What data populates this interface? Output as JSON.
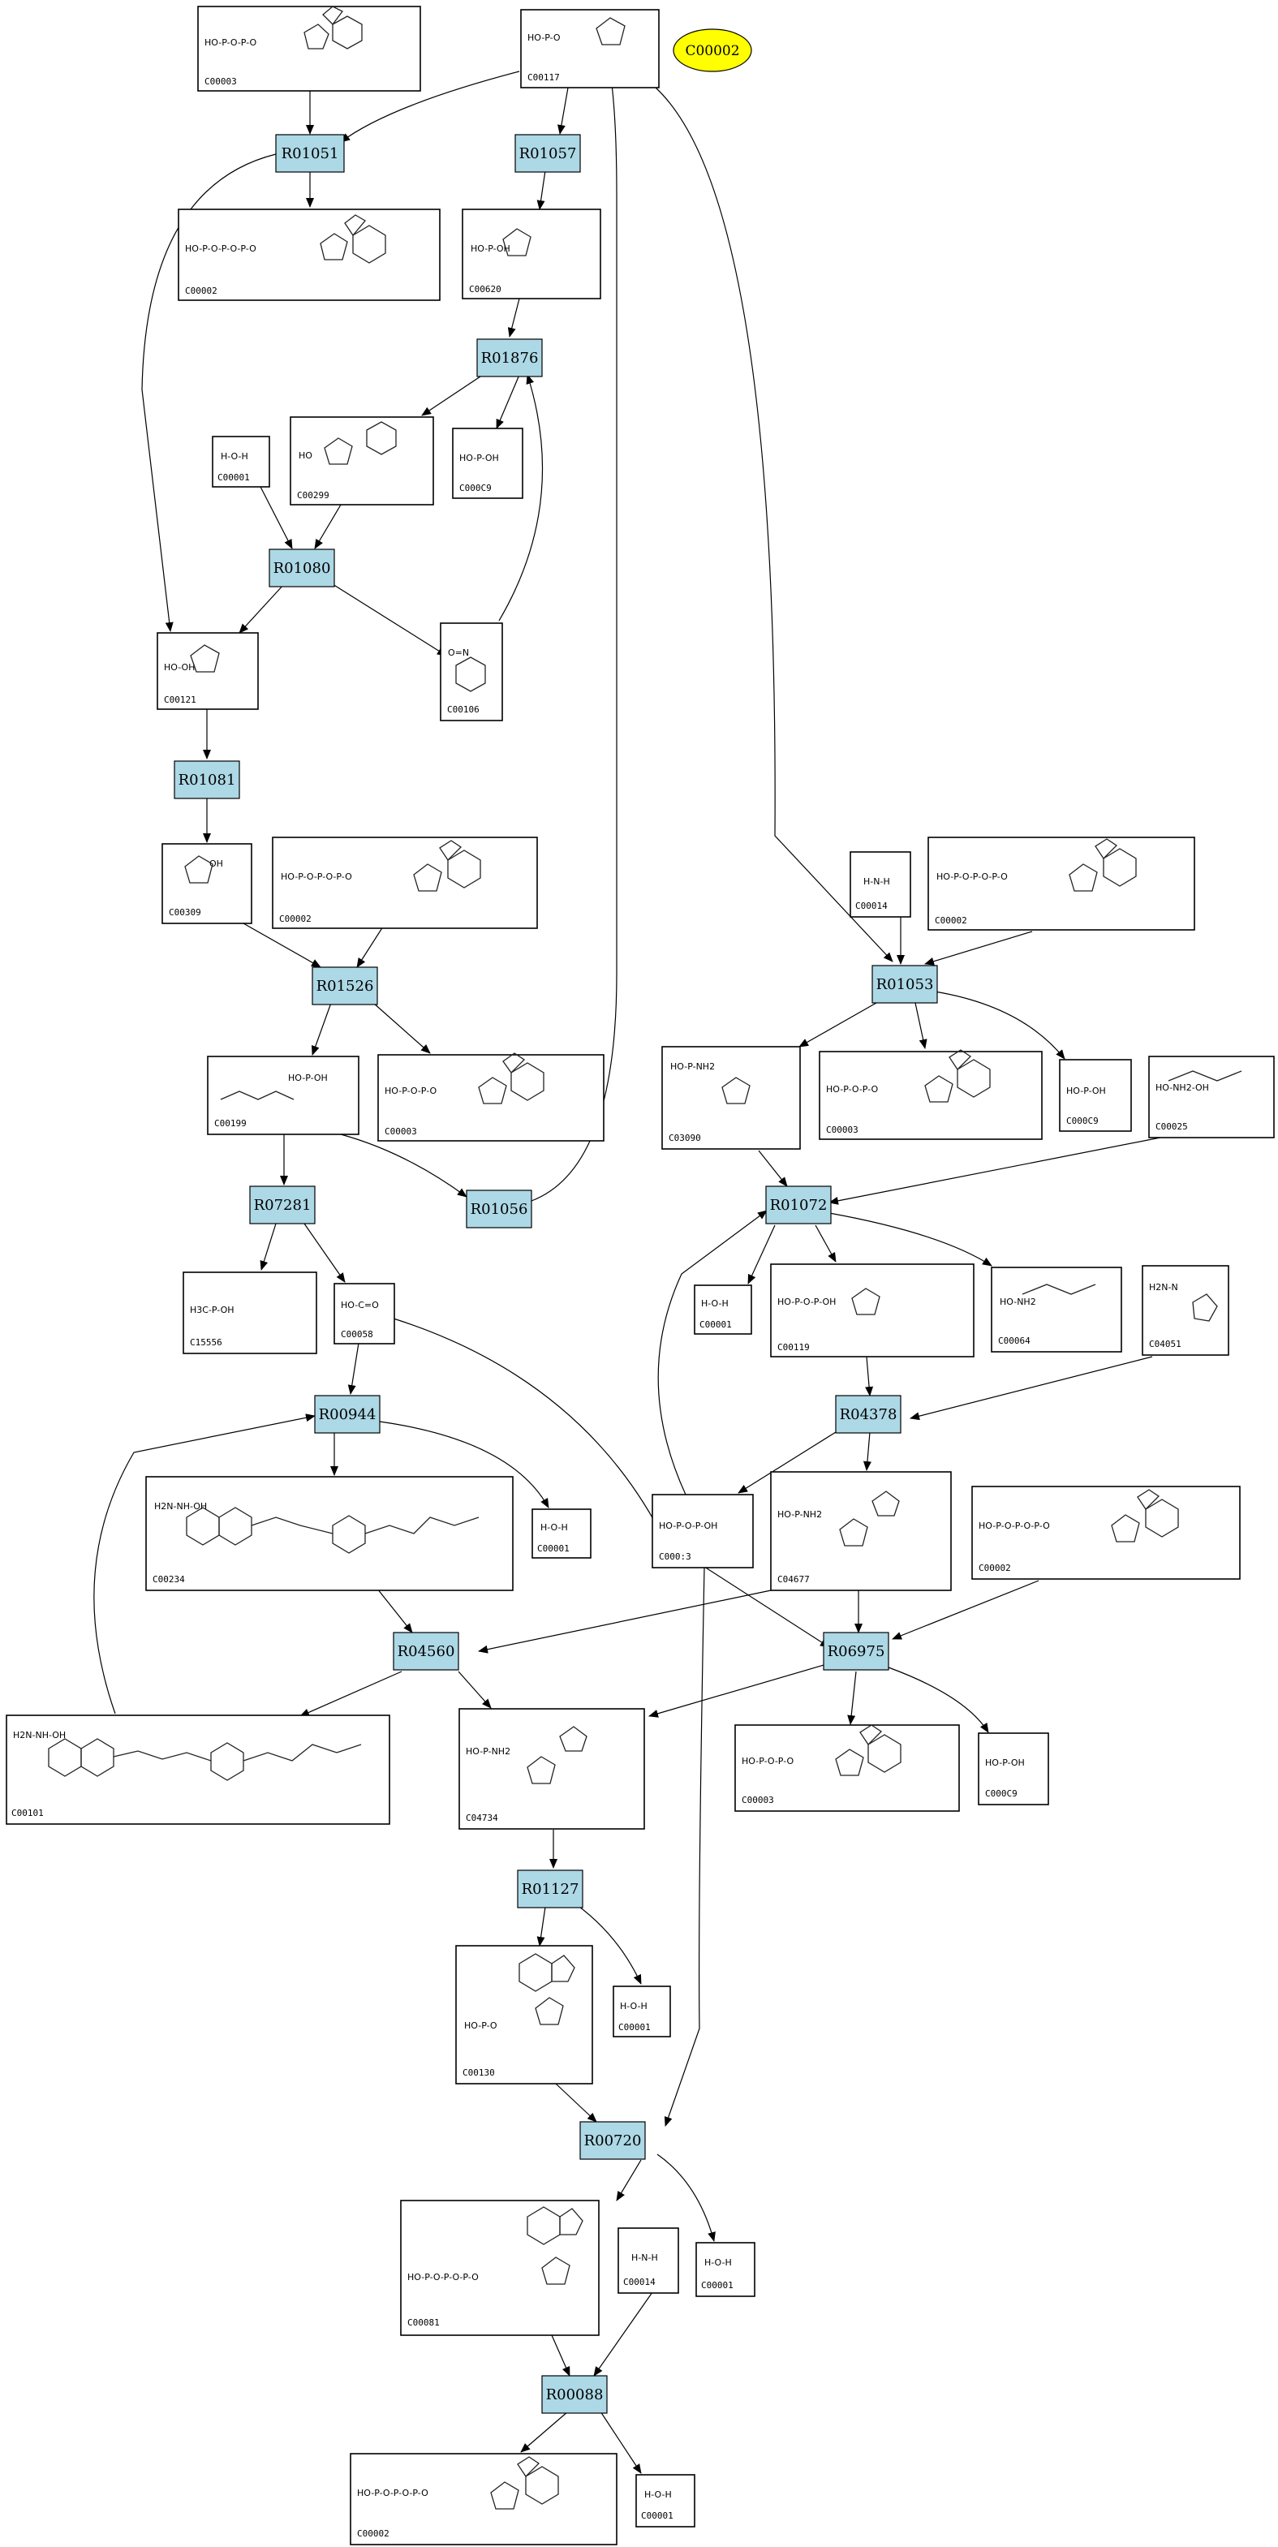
{
  "query": {
    "id": "C00002"
  },
  "reactions": {
    "R01051": "R01051",
    "R01057": "R01057",
    "R01876": "R01876",
    "R01080": "R01080",
    "R01081": "R01081",
    "R01526": "R01526",
    "R07281": "R07281",
    "R01056": "R01056",
    "R00944": "R00944",
    "R04560": "R04560",
    "R01053": "R01053",
    "R01072": "R01072",
    "R04378": "R04378",
    "R06975": "R06975",
    "R01127": "R01127",
    "R00720": "R00720",
    "R00088": "R00088"
  },
  "compounds": {
    "c00003_a": {
      "id": "C00003",
      "formula": "HO-P-O-P-O"
    },
    "c00117": {
      "id": "C00117",
      "formula": "HO-P-O"
    },
    "c00002_a": {
      "id": "C00002",
      "formula": "HO-P-O-P-O-P-O"
    },
    "c00620": {
      "id": "C00620",
      "formula": "HO-P-OH"
    },
    "c00299": {
      "id": "C00299",
      "formula": "HO"
    },
    "c00009_a": {
      "id": "C000C9",
      "formula": "HO-P-OH"
    },
    "c00001_a": {
      "id": "C00001",
      "formula": "H-O-H"
    },
    "c00121": {
      "id": "C00121",
      "formula": "HO-OH"
    },
    "c00106": {
      "id": "C00106",
      "formula": "O=N"
    },
    "c00309": {
      "id": "C00309",
      "formula": "OH"
    },
    "c00002_b": {
      "id": "C00002",
      "formula": "HO-P-O-P-O-P-O"
    },
    "c00199": {
      "id": "C00199",
      "formula": "HO-P-OH"
    },
    "c00003_b": {
      "id": "C00003",
      "formula": "HO-P-O-P-O"
    },
    "c15556": {
      "id": "C15556",
      "formula": "H3C-P-OH"
    },
    "c00058": {
      "id": "C00058",
      "formula": "HO-C=O"
    },
    "c00234": {
      "id": "C00234",
      "formula": "H2N-NH-OH"
    },
    "c00001_b": {
      "id": "C00001",
      "formula": "H-O-H"
    },
    "c00101": {
      "id": "C00101",
      "formula": "H2N-NH-OH"
    },
    "c00014_a": {
      "id": "C00014",
      "formula": "H-N-H"
    },
    "c00002_c": {
      "id": "C00002",
      "formula": "HO-P-O-P-O-P-O"
    },
    "c03090": {
      "id": "C03090",
      "formula": "HO-P-NH2"
    },
    "c00003_c": {
      "id": "C00003",
      "formula": "HO-P-O-P-O"
    },
    "c00009_b": {
      "id": "C000C9",
      "formula": "HO-P-OH"
    },
    "c00025": {
      "id": "C00025",
      "formula": "HO-NH2-OH"
    },
    "c00001_c": {
      "id": "C00001",
      "formula": "H-O-H"
    },
    "c00119": {
      "id": "C00119",
      "formula": "HO-P-O-P-OH"
    },
    "c00064": {
      "id": "C00064",
      "formula": "HO-NH2"
    },
    "c04051": {
      "id": "C04051",
      "formula": "H2N-N"
    },
    "c00013": {
      "id": "C000:3",
      "formula": "HO-P-O-P-OH"
    },
    "c04677": {
      "id": "C04677",
      "formula": "HO-P-NH2"
    },
    "c00002_d": {
      "id": "C00002",
      "formula": "HO-P-O-P-O-P-O"
    },
    "c04734": {
      "id": "C04734",
      "formula": "HO-P-NH2"
    },
    "c00003_d": {
      "id": "C00003",
      "formula": "HO-P-O-P-O"
    },
    "c00009_c": {
      "id": "C000C9",
      "formula": "HO-P-OH"
    },
    "c00130": {
      "id": "C00130",
      "formula": "HO-P-O"
    },
    "c00001_d": {
      "id": "C00001",
      "formula": "H-O-H"
    },
    "c00081": {
      "id": "C00081",
      "formula": "HO-P-O-P-O-P-O"
    },
    "c00014_b": {
      "id": "C00014",
      "formula": "H-N-H"
    },
    "c00001_e": {
      "id": "C00001",
      "formula": "H-O-H"
    },
    "c00002_e": {
      "id": "C00002",
      "formula": "HO-P-O-P-O-P-O"
    },
    "c00001_f": {
      "id": "C00001",
      "formula": "H-O-H"
    }
  }
}
